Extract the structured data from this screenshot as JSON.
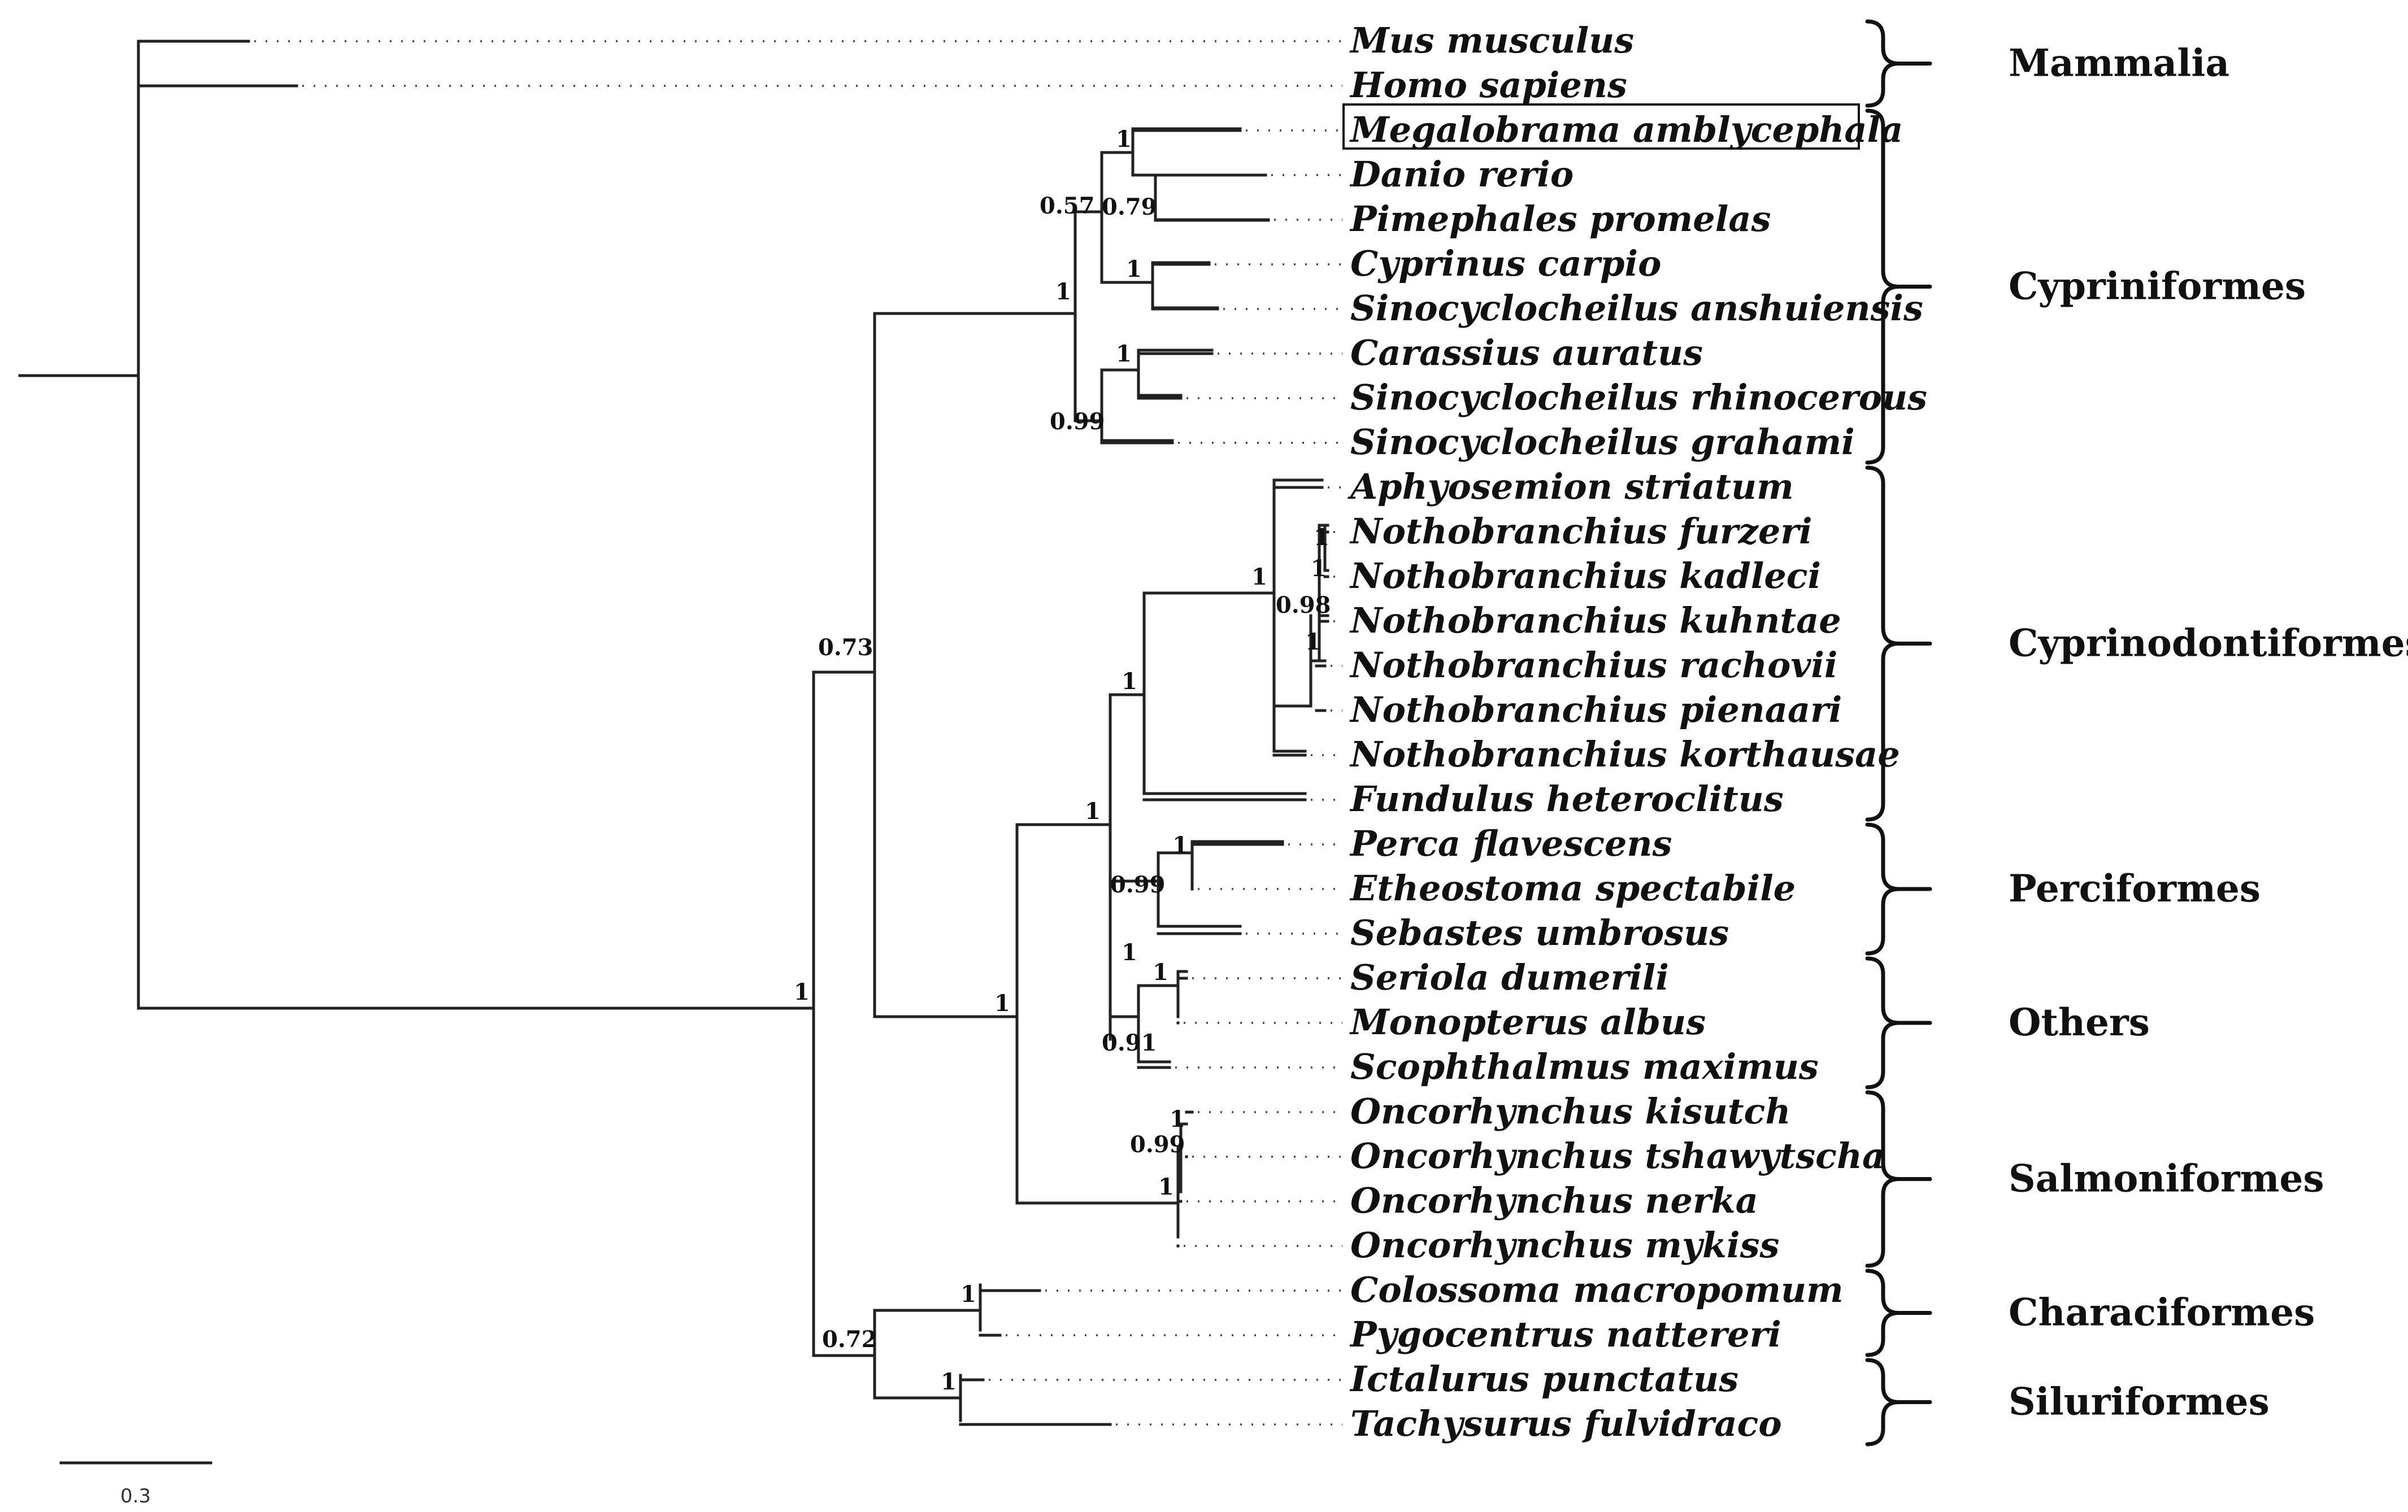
{
  "taxa": [
    "Mus musculus",
    "Homo sapiens",
    "Megalobrama amblycephala",
    "Danio rerio",
    "Pimephales promelas",
    "Cyprinus carpio",
    "Sinocyclocheilus anshuiensis",
    "Carassius auratus",
    "Sinocyclocheilus rhinocerous",
    "Sinocyclocheilus grahami",
    "Aphyosemion striatum",
    "Nothobranchius furzeri",
    "Nothobranchius kadleci",
    "Nothobranchius kuhntae",
    "Nothobranchius rachovii",
    "Nothobranchius pienaari",
    "Nothobranchius korthausae",
    "Fundulus heteroclitus",
    "Perca flavescens",
    "Etheostoma spectabile",
    "Sebastes umbrosus",
    "Seriola dumerili",
    "Monopterus albus",
    "Scophthalmus maximus",
    "Oncorhynchus kisutch",
    "Oncorhynchus tshawytscha",
    "Oncorhynchus nerka",
    "Oncorhynchus mykiss",
    "Colossoma macropomum",
    "Pygocentrus nattereri",
    "Ictalurus punctatus",
    "Tachysurus fulvidraco"
  ],
  "highlighted_taxon_index": 2,
  "support_values": [
    "1",
    "0.72",
    "0.73",
    "1",
    "1",
    "0.57",
    "1",
    "0.79",
    "1",
    "1",
    "0.99",
    "1",
    "1",
    "1",
    "0.98",
    "1",
    "1",
    "1",
    "1",
    "0.99",
    "1",
    "1",
    "0.91",
    "1",
    "0.99",
    "1",
    "1",
    "1"
  ],
  "groups": [
    {
      "name": "Mammalia",
      "from": 0,
      "to": 1
    },
    {
      "name": "Cypriniformes",
      "from": 2,
      "to": 9
    },
    {
      "name": "Cyprinodontiformes",
      "from": 10,
      "to": 17
    },
    {
      "name": "Perciformes",
      "from": 18,
      "to": 20
    },
    {
      "name": "Others",
      "from": 21,
      "to": 23
    },
    {
      "name": "Salmoniformes",
      "from": 24,
      "to": 27
    },
    {
      "name": "Characiformes",
      "from": 28,
      "to": 29
    },
    {
      "name": "Siluriformes",
      "from": 30,
      "to": 31
    }
  ],
  "scale_bar": {
    "label": "0.3"
  }
}
